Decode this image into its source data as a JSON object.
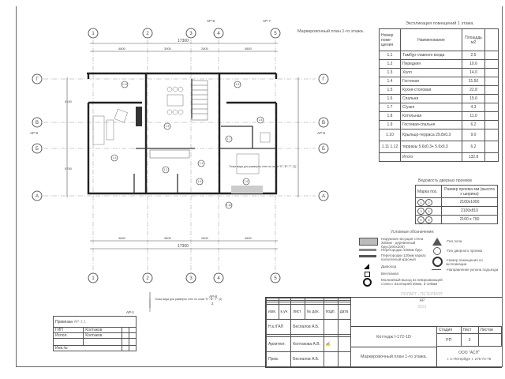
{
  "sheet_title": "Маркировочный план 1-го этажа.",
  "axes": {
    "columns": [
      "1",
      "2",
      "3",
      "4",
      "5"
    ],
    "rows": [
      "А",
      "Б",
      "В",
      "Г"
    ]
  },
  "dimensions": {
    "overall_top": "17300",
    "overall_bottom": "17300",
    "seg": [
      "4800",
      "3500",
      "2800",
      "4800"
    ],
    "side_left": [
      "5150",
      "5750"
    ]
  },
  "section_marks": {
    "top_a": "АР-8",
    "top_b": "АР-7",
    "left": "АР-9",
    "right": "АР-9",
    "bottom": "АР-8",
    "bottom_num": "2",
    "view_note": "Точка вида для разверты стен по осям \"Б\",\"В\",\"Г\",\"Д\"."
  },
  "rooms": [
    "1.1",
    "1.2",
    "1.3",
    "1.4",
    "1.5",
    "1.6",
    "1.7",
    "1.8",
    "1.9",
    "1.10",
    "1.11"
  ],
  "explication": {
    "title": "Экспликация помещений 1 этажа.",
    "headers": [
      "Номер поме-щения",
      "Наименование",
      "Площадь м2"
    ],
    "rows": [
      [
        "1.1",
        "Тамбур главного входа",
        "2.5"
      ],
      [
        "1.2",
        "Передняя",
        "10.6"
      ],
      [
        "1.3",
        "Холл",
        "14.0"
      ],
      [
        "1.4",
        "Гостиная",
        "31.50"
      ],
      [
        "1.5",
        "Кухня-столовая",
        "22.8"
      ],
      [
        "1.6",
        "Спальня",
        "15.6"
      ],
      [
        "1.7",
        "С/узел",
        "4.3"
      ],
      [
        "1.8",
        "Котельная",
        "11.0"
      ],
      [
        "1.9",
        "Гостевая-спальня",
        "6.2"
      ],
      [
        "1.10",
        "Крыльцо-терраса 29.8х0.3",
        "9.0"
      ],
      [
        "1.11 1.12",
        "терразы 5.6х0.3+ 5.6х0.3",
        "6.2"
      ],
      [
        "",
        "Итого",
        "132.8"
      ]
    ]
  },
  "doors": {
    "title": "Ведомость дверных проемов",
    "headers": [
      "Марка поз.",
      "Размер проема мм (высота х ширина)"
    ],
    "rows": [
      [
        "1",
        "2",
        "2100x1000"
      ],
      [
        "3",
        "4",
        "2100x810"
      ],
      [
        "5",
        "6",
        "2100 x 790"
      ]
    ]
  },
  "legend": {
    "title": "Условные обозначения:",
    "items": [
      "Наружная несущая стена 300мм - деревянный брус(200х200)",
      "Перегородки 100мм брус",
      "Перегородки 120мм каркас полнотелый красный",
      "Дымоход",
      "Вентканал",
      "Молниевый выход из невзрывающей стали с изоляцией 50мм, d-100мм"
    ],
    "symbols": [
      "-Тип пола",
      "-Тип дверного проема",
      "-Номер помещения по экспликации",
      "-Направление уклона подъезда"
    ]
  },
  "stamp": {
    "lines": [
      "ПОЛАРТ - ПЕТЕРБУРГ",
      "АР",
      "2021"
    ]
  },
  "approval": {
    "label": "Привязан",
    "value": "АР-1.1",
    "code": "АР-1",
    "rows": [
      [
        "ГИП",
        "Колтаков"
      ],
      [
        "Испол.",
        "Колтаков"
      ],
      [
        "",
        ""
      ]
    ],
    "inv": "Инв.№"
  },
  "title_block": {
    "headers": [
      "изм.",
      "к.уч.",
      "лист",
      "№ док.",
      "подп.",
      "дата"
    ],
    "people": [
      [
        "Н.к./ГАП",
        "Беспалов А.Б."
      ],
      [
        "Архитект.",
        "Колтакова А.В."
      ],
      [
        "Пров.",
        "Беспалов А.Б."
      ]
    ],
    "project": "Коттедж I-172-1D",
    "sheet_name": "Маркировочный план 1-го этажа.",
    "stage_h": "Стадия",
    "sheet_h": "Лист",
    "sheets_h": "Листов",
    "stage": "РП",
    "sheet": "3",
    "sheets": "",
    "org": "ООО \"АСП\"",
    "org_addr": "г. С-Петербург  т. 275-74-75"
  }
}
